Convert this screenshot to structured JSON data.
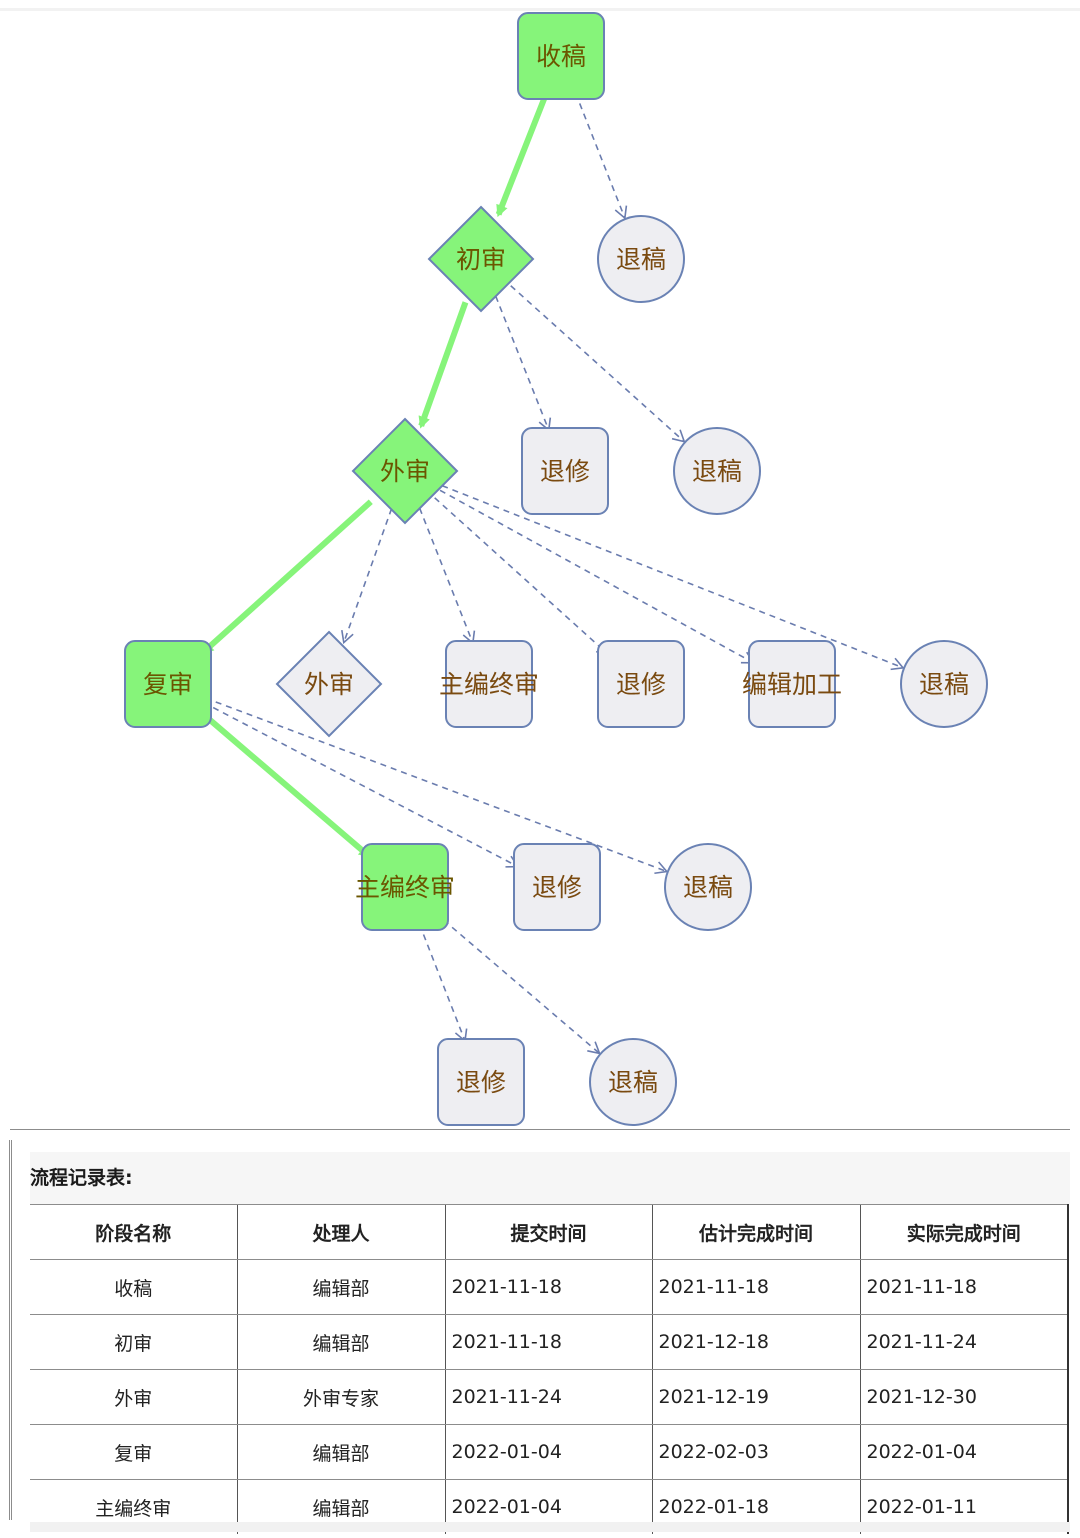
{
  "colors": {
    "done_fill": "#86f47a",
    "pending_fill": "#eeeef2",
    "node_border": "#6a82b4",
    "active_edge": "#86f47a",
    "option_edge": "#6a7cae"
  },
  "diagram": {
    "nodes": [
      {
        "id": "n1",
        "label": "收稿",
        "shape": "rect",
        "status": "done"
      },
      {
        "id": "n2",
        "label": "退稿",
        "shape": "circle",
        "status": "pending"
      },
      {
        "id": "n3",
        "label": "初审",
        "shape": "diamond",
        "status": "done"
      },
      {
        "id": "n4",
        "label": "退修",
        "shape": "rect",
        "status": "pending"
      },
      {
        "id": "n5",
        "label": "退稿",
        "shape": "circle",
        "status": "pending"
      },
      {
        "id": "n6",
        "label": "外审",
        "shape": "diamond",
        "status": "done"
      },
      {
        "id": "n7",
        "label": "复审",
        "shape": "rect",
        "status": "done"
      },
      {
        "id": "n8",
        "label": "外审",
        "shape": "diamond",
        "status": "pending"
      },
      {
        "id": "n9",
        "label": "主编终审",
        "shape": "rect",
        "status": "pending"
      },
      {
        "id": "n10",
        "label": "退修",
        "shape": "rect",
        "status": "pending"
      },
      {
        "id": "n11",
        "label": "编辑加工",
        "shape": "rect",
        "status": "pending"
      },
      {
        "id": "n12",
        "label": "退稿",
        "shape": "circle",
        "status": "pending"
      },
      {
        "id": "n13",
        "label": "主编终审",
        "shape": "rect",
        "status": "done"
      },
      {
        "id": "n14",
        "label": "退修",
        "shape": "rect",
        "status": "pending"
      },
      {
        "id": "n15",
        "label": "退稿",
        "shape": "circle",
        "status": "pending"
      },
      {
        "id": "n16",
        "label": "退修",
        "shape": "rect",
        "status": "pending"
      },
      {
        "id": "n17",
        "label": "退稿",
        "shape": "circle",
        "status": "pending"
      }
    ],
    "edges": [
      {
        "from": "n1",
        "to": "n3",
        "type": "taken"
      },
      {
        "from": "n1",
        "to": "n2",
        "type": "option"
      },
      {
        "from": "n3",
        "to": "n6",
        "type": "taken"
      },
      {
        "from": "n3",
        "to": "n4",
        "type": "option"
      },
      {
        "from": "n3",
        "to": "n5",
        "type": "option"
      },
      {
        "from": "n6",
        "to": "n7",
        "type": "taken"
      },
      {
        "from": "n6",
        "to": "n8",
        "type": "option"
      },
      {
        "from": "n6",
        "to": "n9",
        "type": "option"
      },
      {
        "from": "n6",
        "to": "n10",
        "type": "option"
      },
      {
        "from": "n6",
        "to": "n11",
        "type": "option"
      },
      {
        "from": "n6",
        "to": "n12",
        "type": "option"
      },
      {
        "from": "n7",
        "to": "n13",
        "type": "taken"
      },
      {
        "from": "n7",
        "to": "n14",
        "type": "option"
      },
      {
        "from": "n7",
        "to": "n15",
        "type": "option"
      },
      {
        "from": "n13",
        "to": "n16",
        "type": "option"
      },
      {
        "from": "n13",
        "to": "n17",
        "type": "option"
      }
    ]
  },
  "record": {
    "title": "流程记录表:",
    "headers": [
      "阶段名称",
      "处理人",
      "提交时间",
      "估计完成时间",
      "实际完成时间"
    ],
    "rows": [
      [
        "收稿",
        "编辑部",
        "2021-11-18",
        "2021-11-18",
        "2021-11-18"
      ],
      [
        "初审",
        "编辑部",
        "2021-11-18",
        "2021-12-18",
        "2021-11-24"
      ],
      [
        "外审",
        "外审专家",
        "2021-11-24",
        "2021-12-19",
        "2021-12-30"
      ],
      [
        "复审",
        "编辑部",
        "2022-01-04",
        "2022-02-03",
        "2022-01-04"
      ],
      [
        "主编终审",
        "编辑部",
        "2022-01-04",
        "2022-01-18",
        "2022-01-11"
      ]
    ]
  }
}
